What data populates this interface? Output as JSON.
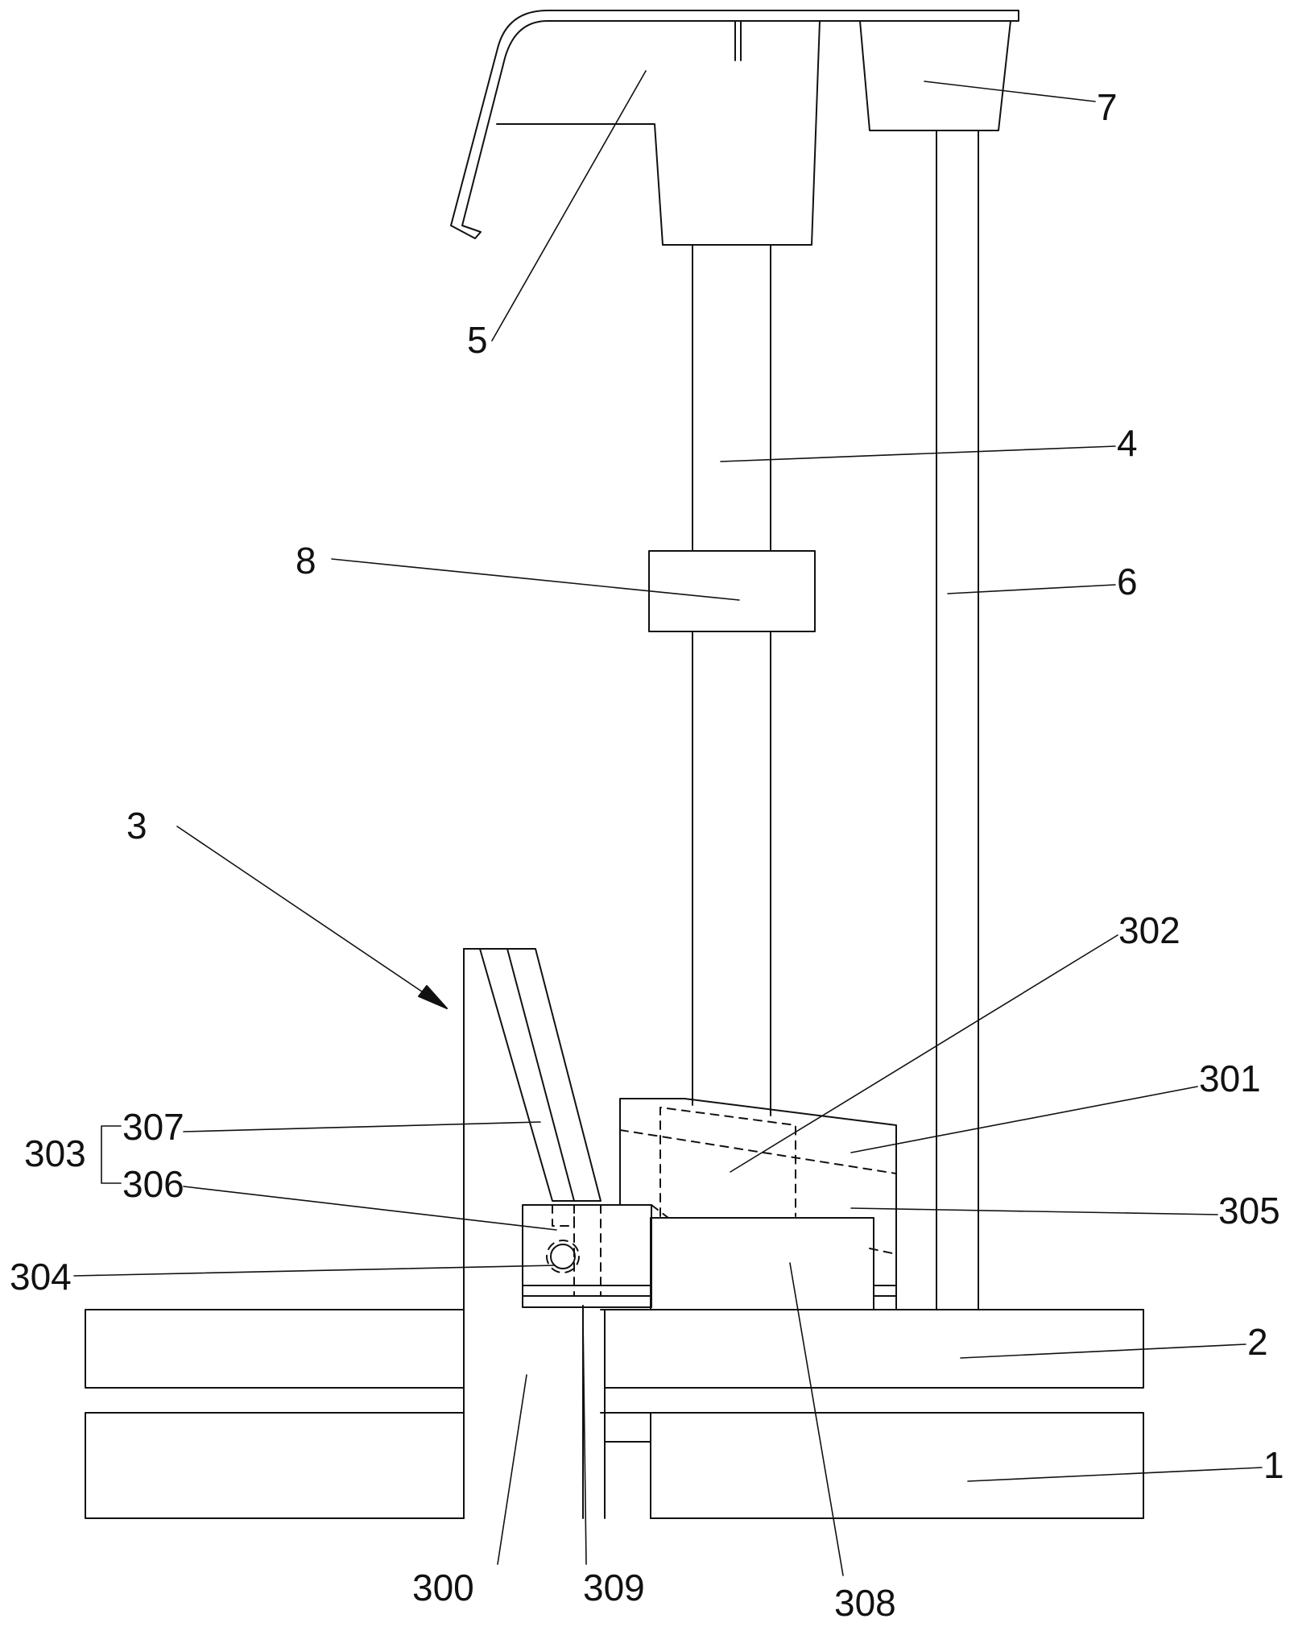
{
  "labels": {
    "l1": "1",
    "l2": "2",
    "l3": "3",
    "l4": "4",
    "l5": "5",
    "l6": "6",
    "l7": "7",
    "l8": "8",
    "l300": "300",
    "l301": "301",
    "l302": "302",
    "l303": "303",
    "l304": "304",
    "l305": "305",
    "l306": "306",
    "l307": "307",
    "l308": "308",
    "l309": "309"
  }
}
